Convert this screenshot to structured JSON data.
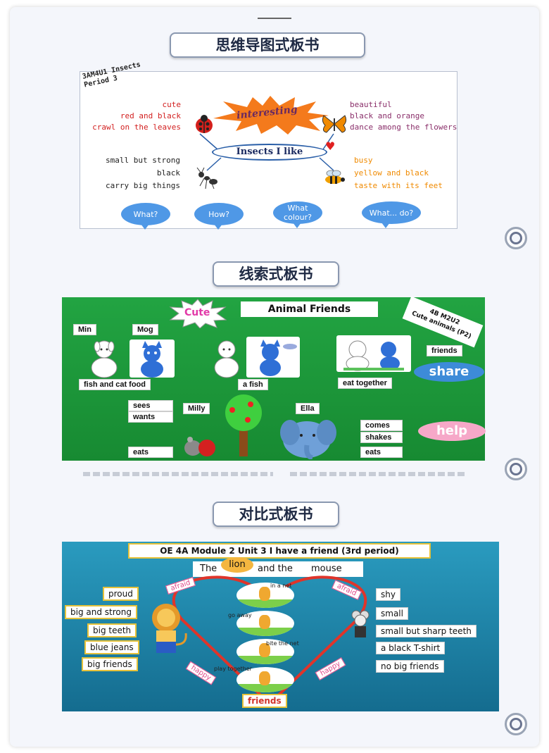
{
  "headings": {
    "mind_map": "思维导图式板书",
    "clue": "线索式板书",
    "contrast": "对比式板书"
  },
  "panel1": {
    "corner": "3AM4U1 Insects\nPeriod 3",
    "starburst": "interesting",
    "center": "Insects I like",
    "left_top": [
      "cute",
      "red and black",
      "crawl on the leaves"
    ],
    "right_top": [
      "beautiful",
      "black and orange",
      "dance among the flowers"
    ],
    "left_bottom": [
      "small but strong",
      "black",
      "carry big things"
    ],
    "right_bottom": [
      "busy",
      "yellow and black",
      "taste with its feet"
    ],
    "bubbles": [
      "What?",
      "How?",
      "What colour?",
      "What... do?"
    ],
    "colors": {
      "red": "#d21f1f",
      "purple": "#8a2f6a",
      "orange": "#f08a00",
      "bubble": "#4f98e6"
    }
  },
  "panel2": {
    "title": "Animal Friends",
    "cute": "Cute",
    "corner": "4B M2U2\nCute animals (P2)",
    "names": {
      "min": "Min",
      "mog": "Mog",
      "milly": "Milly",
      "ella": "Ella"
    },
    "labels": {
      "fish_cat_food": "fish and cat food",
      "a_fish": "a fish",
      "eat_together": "eat together",
      "friends": "friends",
      "sees": "sees",
      "wants": "wants",
      "eats_left": "eats",
      "comes": "comes",
      "shakes": "shakes",
      "eats_right": "eats"
    },
    "share": "share",
    "help": "help"
  },
  "panel3": {
    "title": "OE 4A Module 2 Unit 3 I have a friend (3rd period)",
    "subtitle_pre": "The",
    "subtitle_lion": "lion",
    "subtitle_post": "and the",
    "subtitle_mouse": "mouse",
    "left": [
      "proud",
      "big and strong",
      "big teeth",
      "blue jeans",
      "big friends"
    ],
    "right": [
      "shy",
      "small",
      "small but sharp teeth",
      "a black T-shirt",
      "no big friends"
    ],
    "tags": {
      "afraid_left": "afraid",
      "afraid_right": "afraid",
      "happy_left": "happy",
      "happy_right": "happy"
    },
    "scenes": [
      "in a net",
      "go away",
      "bite the net",
      "play together"
    ],
    "friends": "friends"
  }
}
